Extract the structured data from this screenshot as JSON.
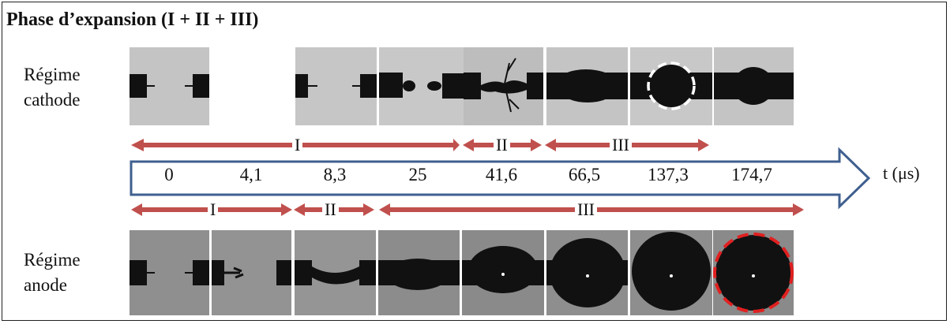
{
  "title": "Phase d’expansion (I + II + III)",
  "cathode": {
    "label_line1": "Régime",
    "label_line2": "cathode"
  },
  "anode": {
    "label_line1": "Régime",
    "label_line2": "anode"
  },
  "timeline": {
    "ticks": [
      "0",
      "4,1",
      "8,3",
      "25",
      "41,6",
      "66,5",
      "137,3",
      "174,7"
    ],
    "unit": "t (μs)",
    "arrow_color": "#3f5f8f"
  },
  "cathode_phases": [
    "I",
    "II",
    "III"
  ],
  "anode_phases": [
    "I",
    "II",
    "III"
  ],
  "colors": {
    "phase_arrow": "#c0504d",
    "highlight_cathode": "#ffffff",
    "highlight_anode": "#e02020"
  }
}
